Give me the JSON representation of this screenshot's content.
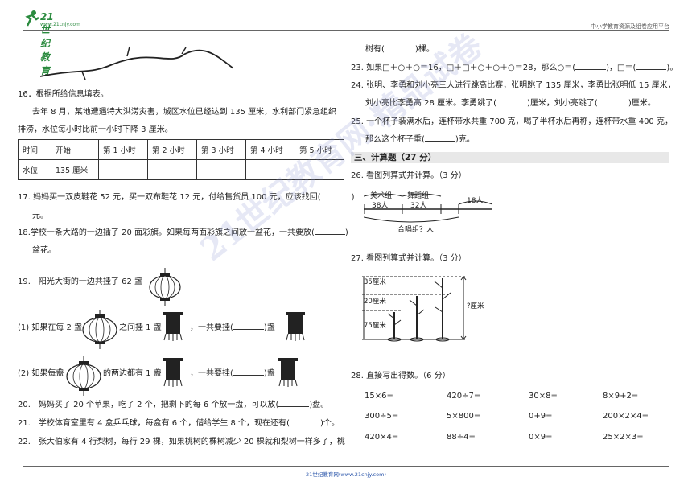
{
  "header": {
    "logo_text": "21世纪教育",
    "logo_sub": "www.21cnjy.com",
    "right_text": "中小学教育资源及组卷应用平台"
  },
  "footer": {
    "text": "21世纪教育网(www.21cnjy.com)"
  },
  "watermark": {
    "text": "21世纪教育网·精品试卷"
  },
  "left": {
    "q16_title": "16．根据所给信息填表。",
    "q16_p1": "去年 8 月，某地遭遇特大洪涝灾害，城区水位已经达到 135 厘米，水利部门紧急组织",
    "q16_p2": "排涝，水位每小时比前一小时下降 3 厘米。",
    "table": {
      "row1": [
        "时间",
        "开始",
        "第 1 小时",
        "第 2 小时",
        "第 3 小时",
        "第 4 小时",
        "第 5 小时"
      ],
      "row2": [
        "水位",
        "135 厘米",
        "",
        "",
        "",
        "",
        ""
      ]
    },
    "q17_a": "17. 妈妈买一双皮鞋花 52 元，买一双布鞋花 12 元，付给售货员 100 元，应该找回",
    "q17_b": "元。",
    "q18_a": "18.学校一条大路的一边插了 20 面彩旗。如果每两面彩旗之间放一盆花，一共要放",
    "q18_b": "盆花。",
    "q19": "19.　阳光大街的一边共挂了 62 盏",
    "q19_1a": "(1) 如果在每 2 盏",
    "q19_1b": "之间挂 1 盏",
    "q19_1c": "，一共要挂",
    "q19_1d": "盏",
    "q19_2a": "(2) 如果每盏",
    "q19_2b": "的两边都有 1 盏",
    "q19_2c": "，一共要挂",
    "q19_2d": "盏",
    "q20": "20.　妈妈买了 20 个苹果，吃了 2 个，把剩下的每 6 个放一盘，可以放",
    "q20_end": "盘。",
    "q21": "21.　学校体育室里有 4 盒乒乓球，每盒有 6 个，借给学生 8 个，现在还有",
    "q21_end": "个。",
    "q22": "22.　张大伯家有 4 行梨树，每行 29 棵，如果桃树的棵树减少 20 棵就和梨树一样多了，桃"
  },
  "right": {
    "q22_cont_a": "树有",
    "q22_cont_b": "棵。",
    "q23": "23. 如果□＋○＋○＝16，□＋□＋○＋○＋○＝28，那么○＝",
    "q23_mid": "，□＝",
    "q23_end": "。",
    "q24_a": "24. 张明、李勇和刘小亮三人进行跳高比赛，张明跳了 135 厘米，李勇比张明低 15 厘米，",
    "q24_b1": "刘小亮比李勇高 28 厘米。李勇跳了",
    "q24_b2": "厘米，刘小亮跳了",
    "q24_b3": "厘米。",
    "q25_a": "25. 一个杯子装满水后，连杯带水共重 700 克，喝了半杯水后再称，连杯带水重 400 克，",
    "q25_b1": "那么这个杯子重",
    "q25_b2": "克。",
    "section": "三、计算题（27 分）",
    "q26": "26. 看图列算式并计算。（3 分）",
    "q26_fig": {
      "art": "美术组",
      "art_n": "38人",
      "dance": "舞蹈组",
      "dance_n": "32人",
      "diff": "18人",
      "choir": "合唱组？人"
    },
    "q27": "27. 看图列算式并计算。（3 分）",
    "q27_fig": {
      "a": "35厘米",
      "b": "20厘米",
      "c": "75厘米",
      "q": "?厘米"
    },
    "q28": "28. 直接写出得数。（6 分）",
    "calc": [
      [
        "15×6=",
        "420÷7=",
        "30×8=",
        "8×9+2="
      ],
      [
        "300÷5=",
        "5×800=",
        "0+9=",
        "200×2×4="
      ],
      [
        "420×4=",
        "88÷4=",
        "0×9=",
        "25×2×3="
      ]
    ]
  }
}
